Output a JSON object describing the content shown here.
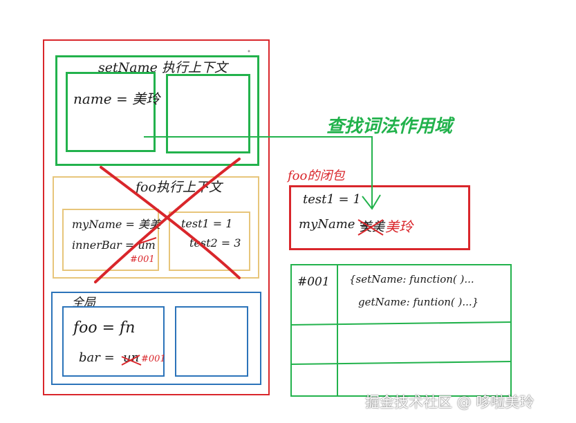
{
  "colors": {
    "red": "#d9262b",
    "green": "#22b24c",
    "yellow": "#e7c57a",
    "blue": "#2b73b9",
    "ink": "#1a1a1a",
    "watermark": "#ffffff"
  },
  "setname_ctx": {
    "title": "setName 执行上下文",
    "var": "name = 美玲"
  },
  "foo_ctx": {
    "title": "foo执行上下文",
    "left_var1": "myName = 美美",
    "left_var2": "innerBar = um",
    "left_ref": "#001",
    "right_var1": "test1 = 1",
    "right_var2": "test2 = 3"
  },
  "global_ctx": {
    "title": "全局",
    "var1": "foo = fn",
    "var2_prefix": "bar = ",
    "var2_struck": "un",
    "var2_ref": "#001"
  },
  "lexical_scope_label": "查找词法作用域",
  "closure": {
    "title": "foo的闭包",
    "var1": "test1 = 1",
    "var2_prefix": "myName = ",
    "var2_struck": "美美",
    "var2_new": "美玲"
  },
  "heap_table": {
    "address": "#001",
    "line1": "{setName: function( )...",
    "line2": "getName: funtion( )...}"
  },
  "watermark": "掘金技术社区 @ 哆啦美玲"
}
